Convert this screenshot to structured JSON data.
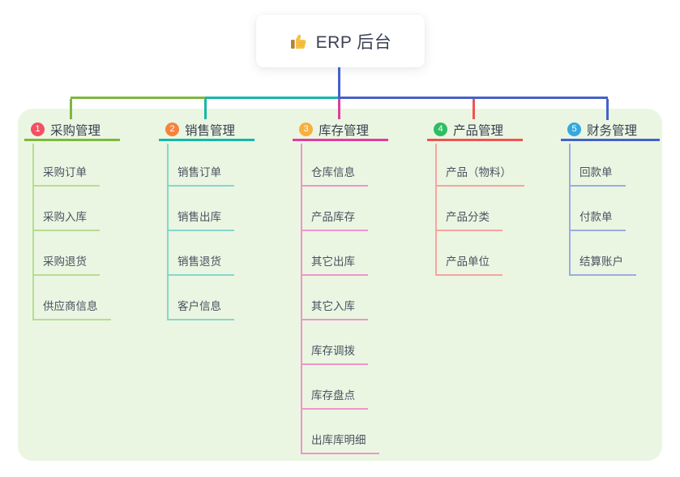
{
  "root": {
    "title": "ERP 后台",
    "icon": "thumbs-up-icon"
  },
  "branches": [
    {
      "badge": "1",
      "label": "采购管理",
      "children": [
        "采购订单",
        "采购入库",
        "采购退货",
        "供应商信息"
      ],
      "line_color": "#7CB93E",
      "child_line_color": "#B7DC92",
      "badge_color": "#F25163"
    },
    {
      "badge": "2",
      "label": "销售管理",
      "children": [
        "销售订单",
        "销售出库",
        "销售退货",
        "客户信息"
      ],
      "line_color": "#14B8A8",
      "child_line_color": "#85D6CD",
      "badge_color": "#F6823D"
    },
    {
      "badge": "3",
      "label": "库存管理",
      "children": [
        "仓库信息",
        "产品库存",
        "其它出库",
        "其它入库",
        "库存调拨",
        "库存盘点",
        "出库库明细"
      ],
      "line_color": "#E03D9C",
      "child_line_color": "#F095CA",
      "badge_color": "#F7B03C"
    },
    {
      "badge": "4",
      "label": "产品管理",
      "children": [
        "产品（物料）",
        "产品分类",
        "产品单位"
      ],
      "line_color": "#F05353",
      "child_line_color": "#F7A3A0",
      "badge_color": "#2FBD64"
    },
    {
      "badge": "5",
      "label": "财务管理",
      "children": [
        "回款单",
        "付款单",
        "结算账户"
      ],
      "line_color": "#4561CC",
      "child_line_color": "#9AACE3",
      "badge_color": "#36A8DF"
    }
  ],
  "colors": {
    "page_background": "#FFFFFF",
    "panel_background": "#EAF6E2",
    "root_connector": "#4561CC",
    "title_text": "#3B4254",
    "branch_label_text": "#39414F",
    "child_label_text": "#4A5260",
    "thumb_icon_yellow": "#F7C143"
  }
}
